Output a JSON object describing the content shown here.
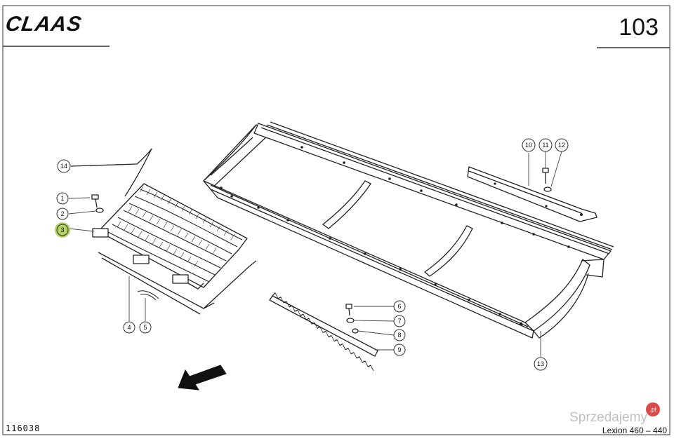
{
  "header": {
    "brand": "CLAAS",
    "page_number": "103"
  },
  "footer": {
    "document_number": "116038",
    "model": "Lexion 460 – 440"
  },
  "watermark": {
    "text": "Sprzedajemy",
    "badge": ".pl"
  },
  "callouts": [
    {
      "id": "1",
      "label": "1"
    },
    {
      "id": "2",
      "label": "2"
    },
    {
      "id": "3",
      "label": "3"
    },
    {
      "id": "4",
      "label": "4"
    },
    {
      "id": "5",
      "label": "5"
    },
    {
      "id": "6",
      "label": "6"
    },
    {
      "id": "7",
      "label": "7"
    },
    {
      "id": "8",
      "label": "8"
    },
    {
      "id": "9",
      "label": "9"
    },
    {
      "id": "10",
      "label": "10"
    },
    {
      "id": "11",
      "label": "11"
    },
    {
      "id": "12",
      "label": "12"
    },
    {
      "id": "13",
      "label": "13"
    },
    {
      "id": "14",
      "label": "14"
    }
  ],
  "colors": {
    "line": "#222222",
    "highlight": "#a8c94a"
  }
}
